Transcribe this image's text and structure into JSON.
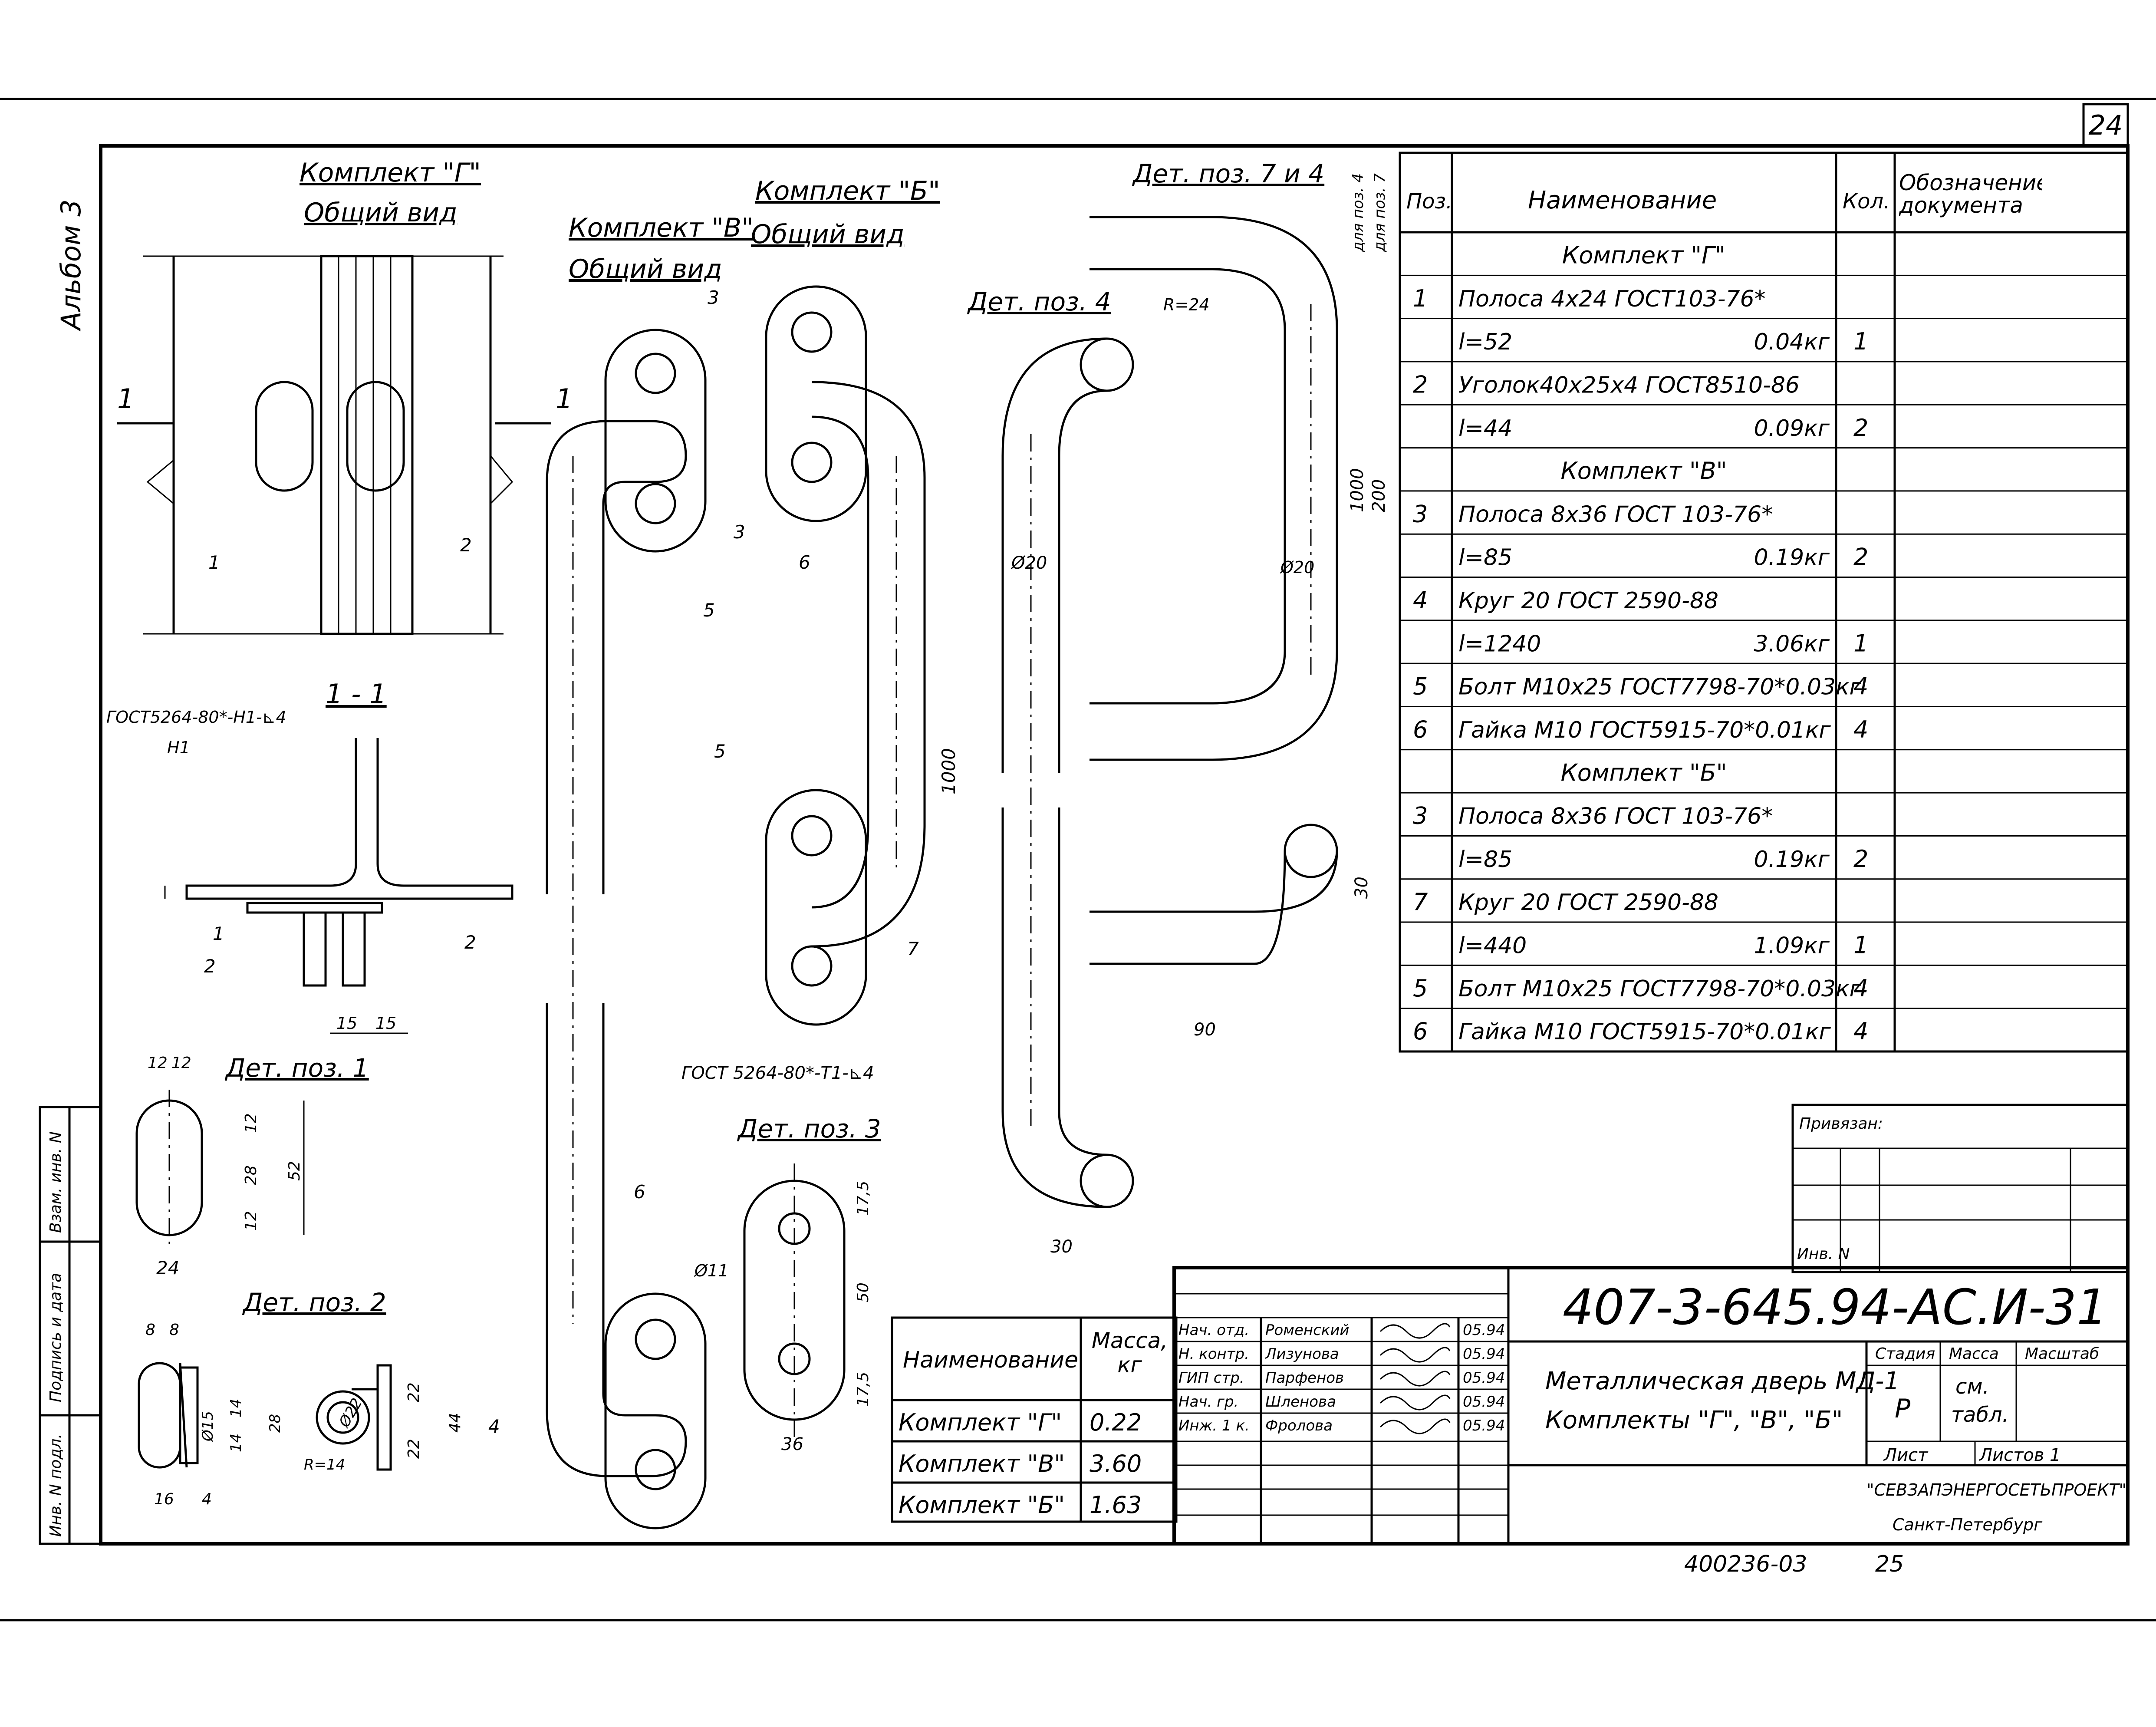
{
  "sheet": {
    "sheet_number": "24",
    "album": "Альбом 3",
    "doc_code": "407-3-645.94-АС.И-31",
    "bottom_stamp_code": "400236-03",
    "bottom_stamp_page": "25"
  },
  "views": {
    "set_g": {
      "title": "Комплект \"Г\"",
      "subtitle": "Общий вид"
    },
    "set_v": {
      "title": "Комплект \"В\"",
      "subtitle": "Общий вид"
    },
    "set_b": {
      "title": "Комплект \"Б\"",
      "subtitle": "Общий вид"
    },
    "det_7_4": {
      "title": "Дет. поз. 7 и 4"
    },
    "det_4": {
      "title": "Дет. поз. 4"
    },
    "det_1": {
      "title": "Дет. поз. 1"
    },
    "det_2": {
      "title": "Дет. поз. 2"
    },
    "det_3": {
      "title": "Дет. поз. 3"
    },
    "section": {
      "title": "1 - 1"
    }
  },
  "annotations": {
    "weld_g": "ГОСТ5264-80*-Н1-⊾4",
    "weld_g_sub": "Н1",
    "weld_b": "ГОСТ 5264-80*-Т1-⊾4",
    "cut_mark": "1",
    "radius_24": "R=24",
    "radius_14": "R=14",
    "dia_20": "Ø20",
    "dia_11": "Ø11",
    "dia_15": "Ø15",
    "dia_22": "Ø22",
    "dim_1000": "1000",
    "dim_200": "200",
    "dim_30": "30",
    "dim_90": "90",
    "dim_15": "15",
    "dim_12": "12",
    "dim_28": "28",
    "dim_52": "52",
    "dim_24": "24",
    "dim_8": "8",
    "dim_14": "14",
    "dim_16": "16",
    "dim_4": "4",
    "dim_22": "22",
    "dim_44": "44",
    "dim_17_5": "17,5",
    "dim_50": "50",
    "dim_36": "36",
    "pos_for_4": "для поз. 4",
    "pos_for_7": "для поз. 7",
    "leaders": [
      "1",
      "2",
      "3",
      "4",
      "5",
      "6",
      "7"
    ]
  },
  "spec_table": {
    "headers": {
      "pos": "Поз.",
      "name": "Наименование",
      "qty": "Кол.",
      "doc": "Обозначение документа"
    },
    "rows": [
      {
        "pos": "",
        "name": "Комплект \"Г\"",
        "weight": "",
        "qty": "",
        "group": true
      },
      {
        "pos": "1",
        "name": "Полоса 4х24  ГОСТ103-76*",
        "weight": "",
        "qty": ""
      },
      {
        "pos": "",
        "name": "l=52",
        "weight": "0.04кг",
        "qty": "1"
      },
      {
        "pos": "2",
        "name": "Уголок40х25х4 ГОСТ8510-86",
        "weight": "",
        "qty": ""
      },
      {
        "pos": "",
        "name": "l=44",
        "weight": "0.09кг",
        "qty": "2"
      },
      {
        "pos": "",
        "name": "Комплект \"В\"",
        "weight": "",
        "qty": "",
        "group": true
      },
      {
        "pos": "3",
        "name": "Полоса 8х36 ГОСТ 103-76*",
        "weight": "",
        "qty": ""
      },
      {
        "pos": "",
        "name": "l=85",
        "weight": "0.19кг",
        "qty": "2"
      },
      {
        "pos": "4",
        "name": "Круг 20  ГОСТ 2590-88",
        "weight": "",
        "qty": ""
      },
      {
        "pos": "",
        "name": "l=1240",
        "weight": "3.06кг",
        "qty": "1"
      },
      {
        "pos": "5",
        "name": "Болт М10х25 ГОСТ7798-70*0.03кг",
        "weight": "",
        "qty": "4"
      },
      {
        "pos": "6",
        "name": "Гайка М10 ГОСТ5915-70*0.01кг",
        "weight": "",
        "qty": "4"
      },
      {
        "pos": "",
        "name": "Комплект \"Б\"",
        "weight": "",
        "qty": "",
        "group": true
      },
      {
        "pos": "3",
        "name": "Полоса 8х36 ГОСТ 103-76*",
        "weight": "",
        "qty": ""
      },
      {
        "pos": "",
        "name": "l=85",
        "weight": "0.19кг",
        "qty": "2"
      },
      {
        "pos": "7",
        "name": "Круг 20  ГОСТ 2590-88",
        "weight": "",
        "qty": ""
      },
      {
        "pos": "",
        "name": "l=440",
        "weight": "1.09кг",
        "qty": "1"
      },
      {
        "pos": "5",
        "name": "Болт М10х25 ГОСТ7798-70*0.03кг",
        "weight": "",
        "qty": "4"
      },
      {
        "pos": "6",
        "name": "Гайка М10 ГОСТ5915-70*0.01кг",
        "weight": "",
        "qty": "4"
      }
    ]
  },
  "mass_table": {
    "headers": {
      "name": "Наименование",
      "mass": "Масса, кг"
    },
    "rows": [
      {
        "name": "Комплект \"Г\"",
        "mass": "0.22"
      },
      {
        "name": "Комплект \"В\"",
        "mass": "3.60"
      },
      {
        "name": "Комплект \"Б\"",
        "mass": "1.63"
      }
    ]
  },
  "title_block": {
    "attached_label": "Привязан:",
    "inv_label": "Инв. N",
    "staff": [
      {
        "role": "Нач. отд.",
        "name": "Роменский",
        "date": "05.94"
      },
      {
        "role": "Н. контр.",
        "name": "Лизунова",
        "date": "05.94"
      },
      {
        "role": "ГИП стр.",
        "name": "Парфенов",
        "date": "05.94"
      },
      {
        "role": "Нач. гр.",
        "name": "Шленова",
        "date": "05.94"
      },
      {
        "role": "Инж. 1 к.",
        "name": "Фролова",
        "date": "05.94"
      }
    ],
    "object_title_1": "Металлическая дверь МД-1",
    "object_title_2": "Комплекты \"Г\", \"В\", \"Б\"",
    "stage_label": "Стадия",
    "mass_label": "Масса",
    "scale_label": "Масштаб",
    "stage_value": "Р",
    "mass_value_1": "см.",
    "mass_value_2": "табл.",
    "sheet_label": "Лист",
    "sheets_label": "Листов 1",
    "org": "\"СЕВЗАПЭНЕРГОСЕТЬПРОЕКТ\"",
    "city": "Санкт-Петербург"
  },
  "side_stamp": {
    "interchange": "Взам. инв. N",
    "sign_date": "Подпись и дата",
    "inv_orig": "Инв. N подл."
  }
}
